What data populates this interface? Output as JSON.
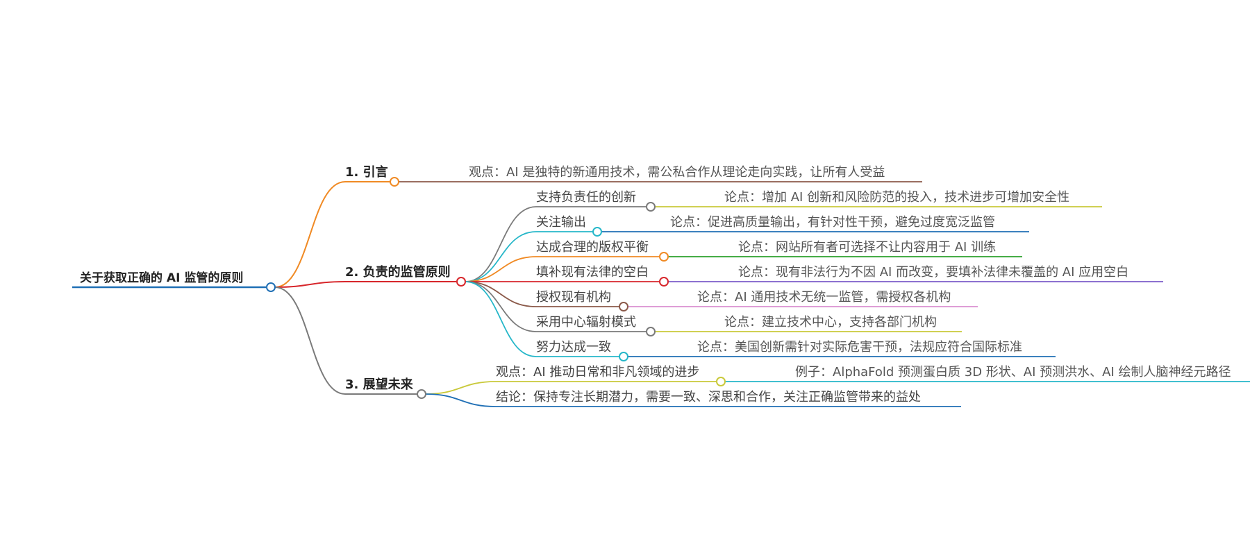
{
  "mindmap": {
    "root": {
      "label": "关于获取正确的 AI 监管的原则",
      "color": "#1f6fb5"
    },
    "branches": [
      {
        "id": "b1",
        "label": "1. 引言",
        "color": "#f08a24",
        "children": [
          {
            "label": "观点：AI 是独特的新通用技术，需公私合作从理论走向实践，让所有人受益",
            "color": "#8b5a4a",
            "children": []
          }
        ]
      },
      {
        "id": "b2",
        "label": "2. 负责的监管原则",
        "color": "#d7262b",
        "children": [
          {
            "label": "支持负责任的创新",
            "color": "#7a7a7a",
            "children": [
              {
                "label": "论点：增加 AI 创新和风险防范的投入，技术进步可增加安全性",
                "color": "#c9c93a"
              }
            ]
          },
          {
            "label": "关注输出",
            "color": "#26b7c9",
            "children": [
              {
                "label": "论点：促进高质量输出，有针对性干预，避免过度宽泛监管",
                "color": "#1f6fb5"
              }
            ]
          },
          {
            "label": "达成合理的版权平衡",
            "color": "#f08a24",
            "children": [
              {
                "label": "论点：网站所有者可选择不让内容用于 AI 训练",
                "color": "#2ca02c"
              }
            ]
          },
          {
            "label": "填补现有法律的空白",
            "color": "#d7262b",
            "children": [
              {
                "label": "论点：现有非法行为不因 AI 而改变，要填补法律未覆盖的 AI 应用空白",
                "color": "#7b5bc9"
              }
            ]
          },
          {
            "label": "授权现有机构",
            "color": "#8b5a4a",
            "children": [
              {
                "label": "论点：AI 通用技术无统一监管，需授权各机构",
                "color": "#d98fd0"
              }
            ]
          },
          {
            "label": "采用中心辐射模式",
            "color": "#7a7a7a",
            "children": [
              {
                "label": "论点：建立技术中心，支持各部门机构",
                "color": "#c9c93a"
              }
            ]
          },
          {
            "label": "努力达成一致",
            "color": "#26b7c9",
            "children": [
              {
                "label": "论点：美国创新需针对实际危害干预，法规应符合国际标准",
                "color": "#1f6fb5"
              }
            ]
          }
        ]
      },
      {
        "id": "b3",
        "label": "3. 展望未来",
        "color": "#7a7a7a",
        "children": [
          {
            "label": "观点：AI 推动日常和非凡领域的进步",
            "color": "#c9c93a",
            "children": [
              {
                "label": "例子：AlphaFold 预测蛋白质 3D 形状、AI 预测洪水、AI 绘制人脑神经元路径",
                "color": "#26b7c9"
              }
            ]
          },
          {
            "label": "结论：保持专注长期潜力，需要一致、深思和合作，关注正确监管带来的益处",
            "color": "#1f6fb5",
            "children": []
          }
        ]
      }
    ]
  }
}
